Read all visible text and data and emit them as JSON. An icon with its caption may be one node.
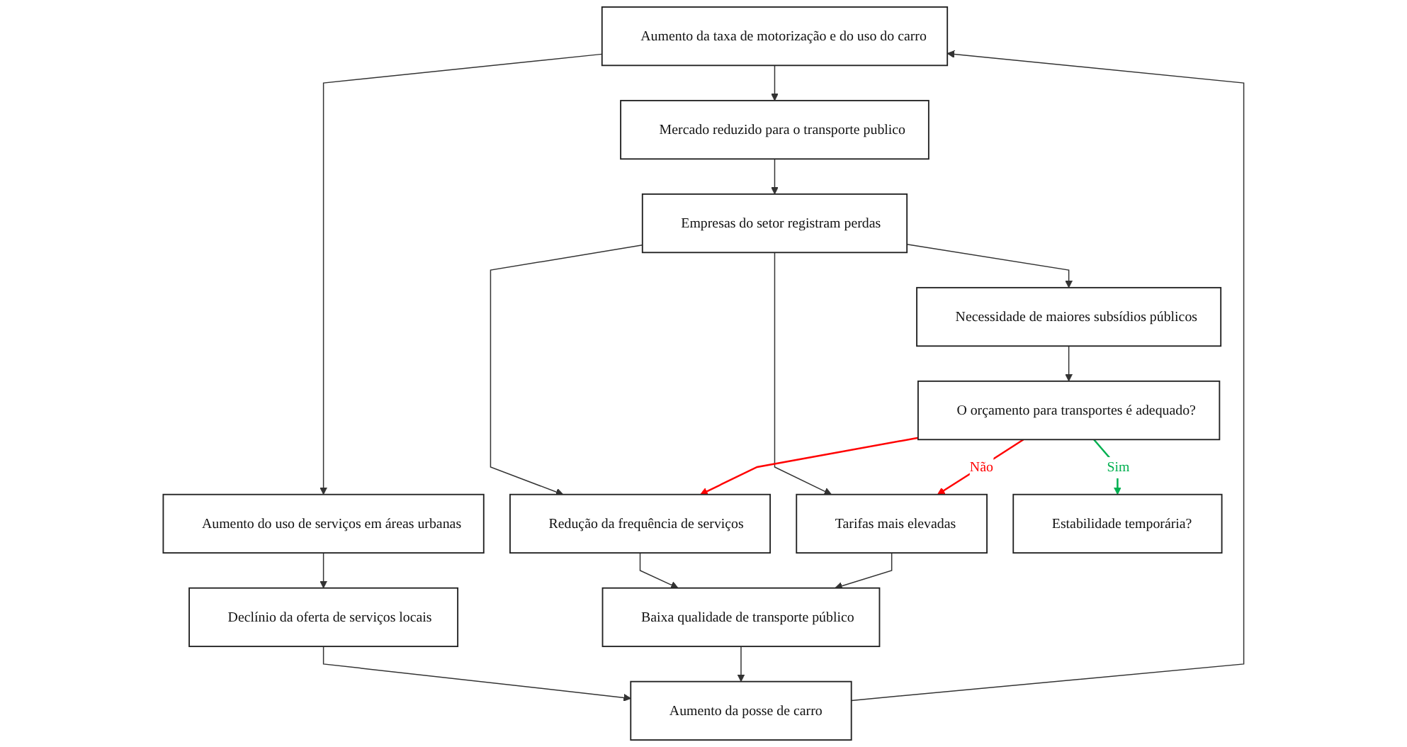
{
  "diagram": {
    "nodes": [
      {
        "text": [
          "Aumento da taxa de motorização e do uso do carro"
        ]
      },
      {
        "text": [
          "Aumento do uso de serviços em áreas urbanas"
        ]
      },
      {
        "text": [
          "Mercado reduzido para o transporte publico"
        ]
      },
      {
        "text": [
          "Aumento da posse de carro"
        ]
      },
      {
        "text": [
          "Empresas do setor registram perdas"
        ]
      },
      {
        "text": [
          "Necessidade de maiores subsídios públicos"
        ]
      },
      {
        "text": [
          "Redução da frequência de serviços"
        ]
      },
      {
        "text": [
          "Tarifas mais elevadas"
        ]
      },
      {
        "text": [
          "O orçamento para transportes é adequado?"
        ]
      },
      {
        "text": [
          "Declínio da oferta de serviços locais"
        ]
      },
      {
        "text": [
          "Baixa qualidade de transporte público"
        ]
      },
      {
        "text": [
          "Estabilidade temporária?"
        ]
      }
    ],
    "edges": [
      {
        "from": 0,
        "to": 1,
        "arrow": "to"
      },
      {
        "from": 0,
        "to": 2,
        "arrow": "to"
      },
      {
        "from": 2,
        "to": 4,
        "arrow": "to"
      },
      {
        "from": 4,
        "to": 5,
        "arrow": "to"
      },
      {
        "from": 4,
        "to": 6,
        "arrow": "to"
      },
      {
        "from": 4,
        "to": 7,
        "arrow": "to"
      },
      {
        "from": 5,
        "to": 8,
        "arrow": "to"
      },
      {
        "from": 8,
        "to": 7,
        "arrow": "to",
        "label": "Não",
        "color": "#ff0000"
      },
      {
        "from": 8,
        "to": 6,
        "arrow": "to",
        "color": "#ff0000"
      },
      {
        "from": 8,
        "to": 11,
        "arrow": "to",
        "label": "Sim",
        "color": "#00b050"
      },
      {
        "from": 1,
        "to": 9,
        "arrow": "to"
      },
      {
        "from": 9,
        "to": 3,
        "arrow": "to"
      },
      {
        "from": 10,
        "to": 3,
        "arrow": "to"
      },
      {
        "from": 3,
        "to": 0,
        "arrow": "to"
      },
      {
        "from": 6,
        "to": 10,
        "arrow": "to"
      },
      {
        "from": 7,
        "to": 10,
        "arrow": "to"
      }
    ]
  }
}
